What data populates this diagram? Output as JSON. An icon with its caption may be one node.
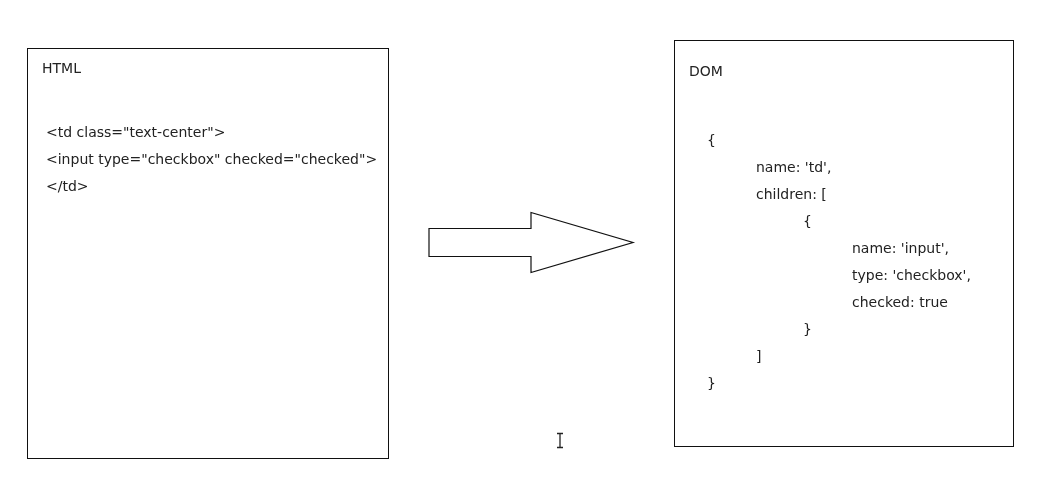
{
  "diagram": {
    "nodes": [
      {
        "text": [
          "HTML",
          "<td class=\"text-center\">",
          "<input type=\"checkbox\" checked=\"checked\">",
          "</td>"
        ]
      },
      {
        "text": [
          "DOM",
          "{",
          "name: 'td',",
          "children: [",
          "{",
          "name: 'input',",
          "type: 'checkbox',",
          "checked: true",
          "}",
          "]",
          "}"
        ]
      }
    ],
    "edges": [
      {
        "from": 0,
        "to": 1,
        "arrow": "to"
      }
    ]
  }
}
